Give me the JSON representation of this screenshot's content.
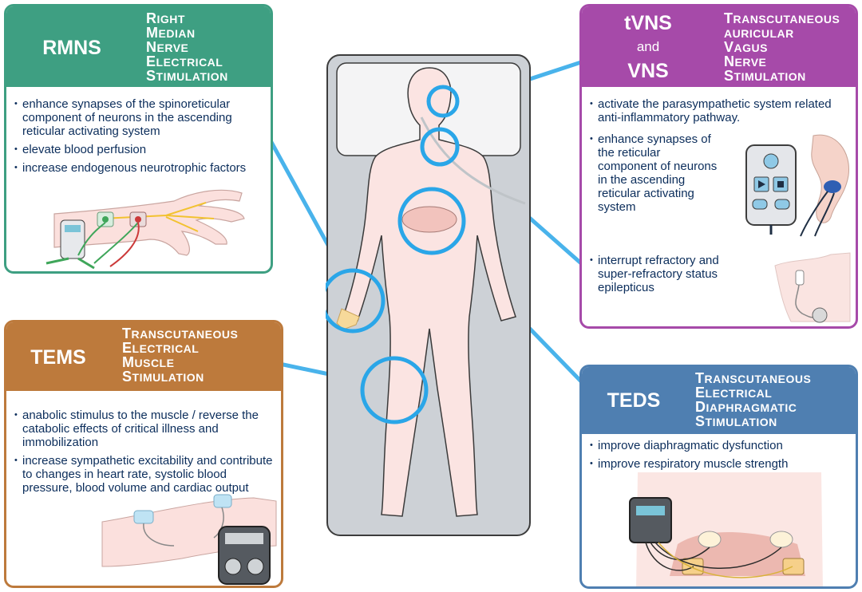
{
  "rmns": {
    "abbr": "RMNS",
    "full": [
      {
        "cap": "R",
        "rest": "IGHT"
      },
      {
        "cap": "M",
        "rest": "EDIAN"
      },
      {
        "cap": "N",
        "rest": "ERVE"
      },
      {
        "cap": "E",
        "rest": "LECTRICAL"
      },
      {
        "cap": "S",
        "rest": "TIMULATION"
      }
    ],
    "bullets": [
      "enhance synapses of the spinoreticular component of neurons in the ascending reticular activating system",
      "elevate blood perfusion",
      "increase endogenous neurotrophic factors"
    ]
  },
  "tvns": {
    "abbr_lines": [
      "tVNS",
      "and",
      "VNS"
    ],
    "full": [
      {
        "cap": "T",
        "rest": "RANSCUTANEOUS"
      },
      {
        "cap": "",
        "rest": "AURICULAR"
      },
      {
        "cap": "V",
        "rest": "AGUS"
      },
      {
        "cap": "N",
        "rest": "ERVE"
      },
      {
        "cap": "S",
        "rest": "TIMULATION"
      }
    ],
    "bullets": [
      "activate the parasympathetic system related anti-inflammatory pathway.",
      "enhance synapses of the reticular component of neurons in the ascending reticular activating system",
      "interrupt refractory and super-refractory status epilepticus"
    ]
  },
  "tems": {
    "abbr": "TEMS",
    "full": [
      {
        "cap": "T",
        "rest": "RANSCUTANEOUS"
      },
      {
        "cap": "E",
        "rest": "LECTRICAL"
      },
      {
        "cap": "M",
        "rest": "USCLE"
      },
      {
        "cap": "S",
        "rest": "TIMULATION"
      }
    ],
    "bullets": [
      "anabolic stimulus to the muscle / reverse the catabolic effects of critical illness and immobilization",
      "increase sympathetic excitability and contribute to changes in heart rate, systolic blood pressure, blood volume and cardiac output"
    ]
  },
  "teds": {
    "abbr": "TEDS",
    "full": [
      {
        "cap": "T",
        "rest": "RANSCUTANEOUS"
      },
      {
        "cap": "E",
        "rest": "LECTRICAL"
      },
      {
        "cap": "D",
        "rest": "IAPHRAGMATIC"
      },
      {
        "cap": "S",
        "rest": "TIMULATION"
      }
    ],
    "bullets": [
      "improve diaphragmatic dysfunction",
      "improve respiratory muscle strength"
    ]
  },
  "colors": {
    "rmns": "#3e9f82",
    "tvns": "#a64aa9",
    "tems": "#bd7a3c",
    "teds": "#4f7fb1",
    "highlight": "#2aa6e8",
    "text": "#0b2d5b"
  }
}
